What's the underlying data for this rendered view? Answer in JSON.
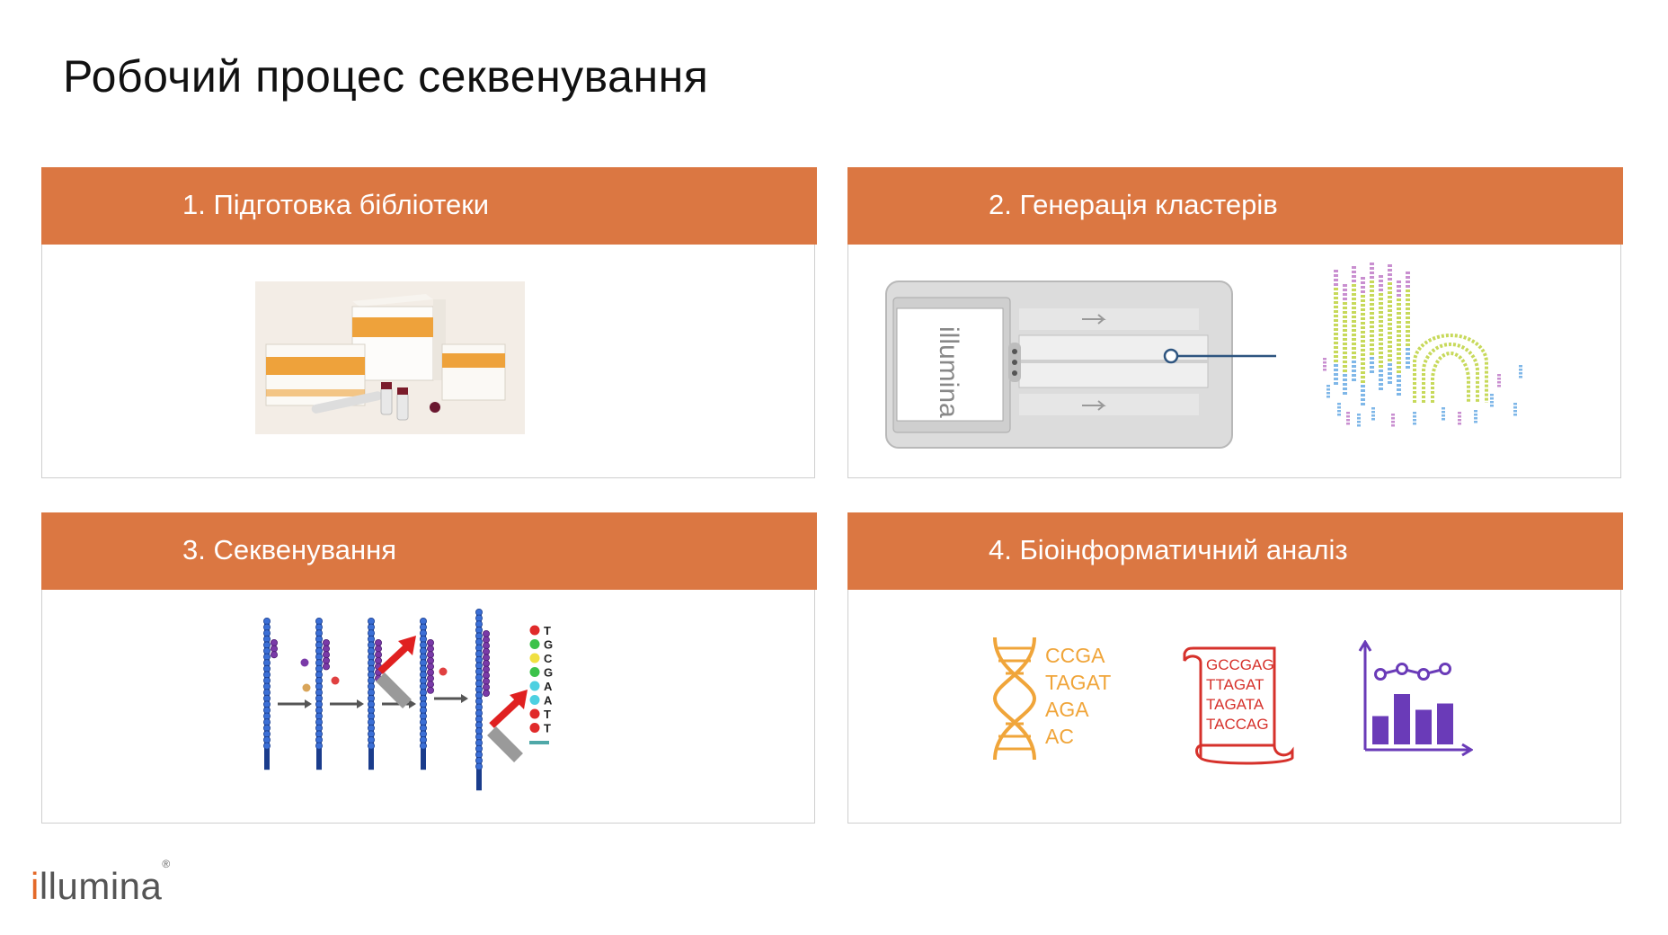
{
  "title": "Робочий процес секвенування",
  "cards": [
    {
      "label": "1. Підготовка бібліотеки"
    },
    {
      "label": "2. Генерація кластерів"
    },
    {
      "label": "3. Секвенування"
    },
    {
      "label": "4. Біоінформатичний аналіз"
    }
  ],
  "flowcell": {
    "brand": "illumina"
  },
  "sequencing": {
    "bases": [
      "T",
      "G",
      "C",
      "G",
      "A",
      "A",
      "T",
      "T"
    ],
    "base_colors": [
      "#e02a2a",
      "#3cc24a",
      "#f0e040",
      "#3cc24a",
      "#4dd0e1",
      "#4dd0e1",
      "#e02a2a",
      "#e02a2a"
    ]
  },
  "analysis": {
    "dna_lines": [
      "CCGA",
      "TAGAT",
      "AGA",
      "AC"
    ],
    "scroll_lines": [
      "GCCGAG",
      "TTAGAT",
      "TAGATA",
      "TACCAG"
    ],
    "chart_bars": [
      0.45,
      0.8,
      0.55,
      0.65
    ]
  },
  "footer": {
    "logo_first": "i",
    "logo_rest": "llumina",
    "logo_mark": "®"
  },
  "colors": {
    "header": "#db7742",
    "dna": "#f0a53a",
    "scroll": "#d6312b",
    "chart": "#6a3bb8"
  }
}
